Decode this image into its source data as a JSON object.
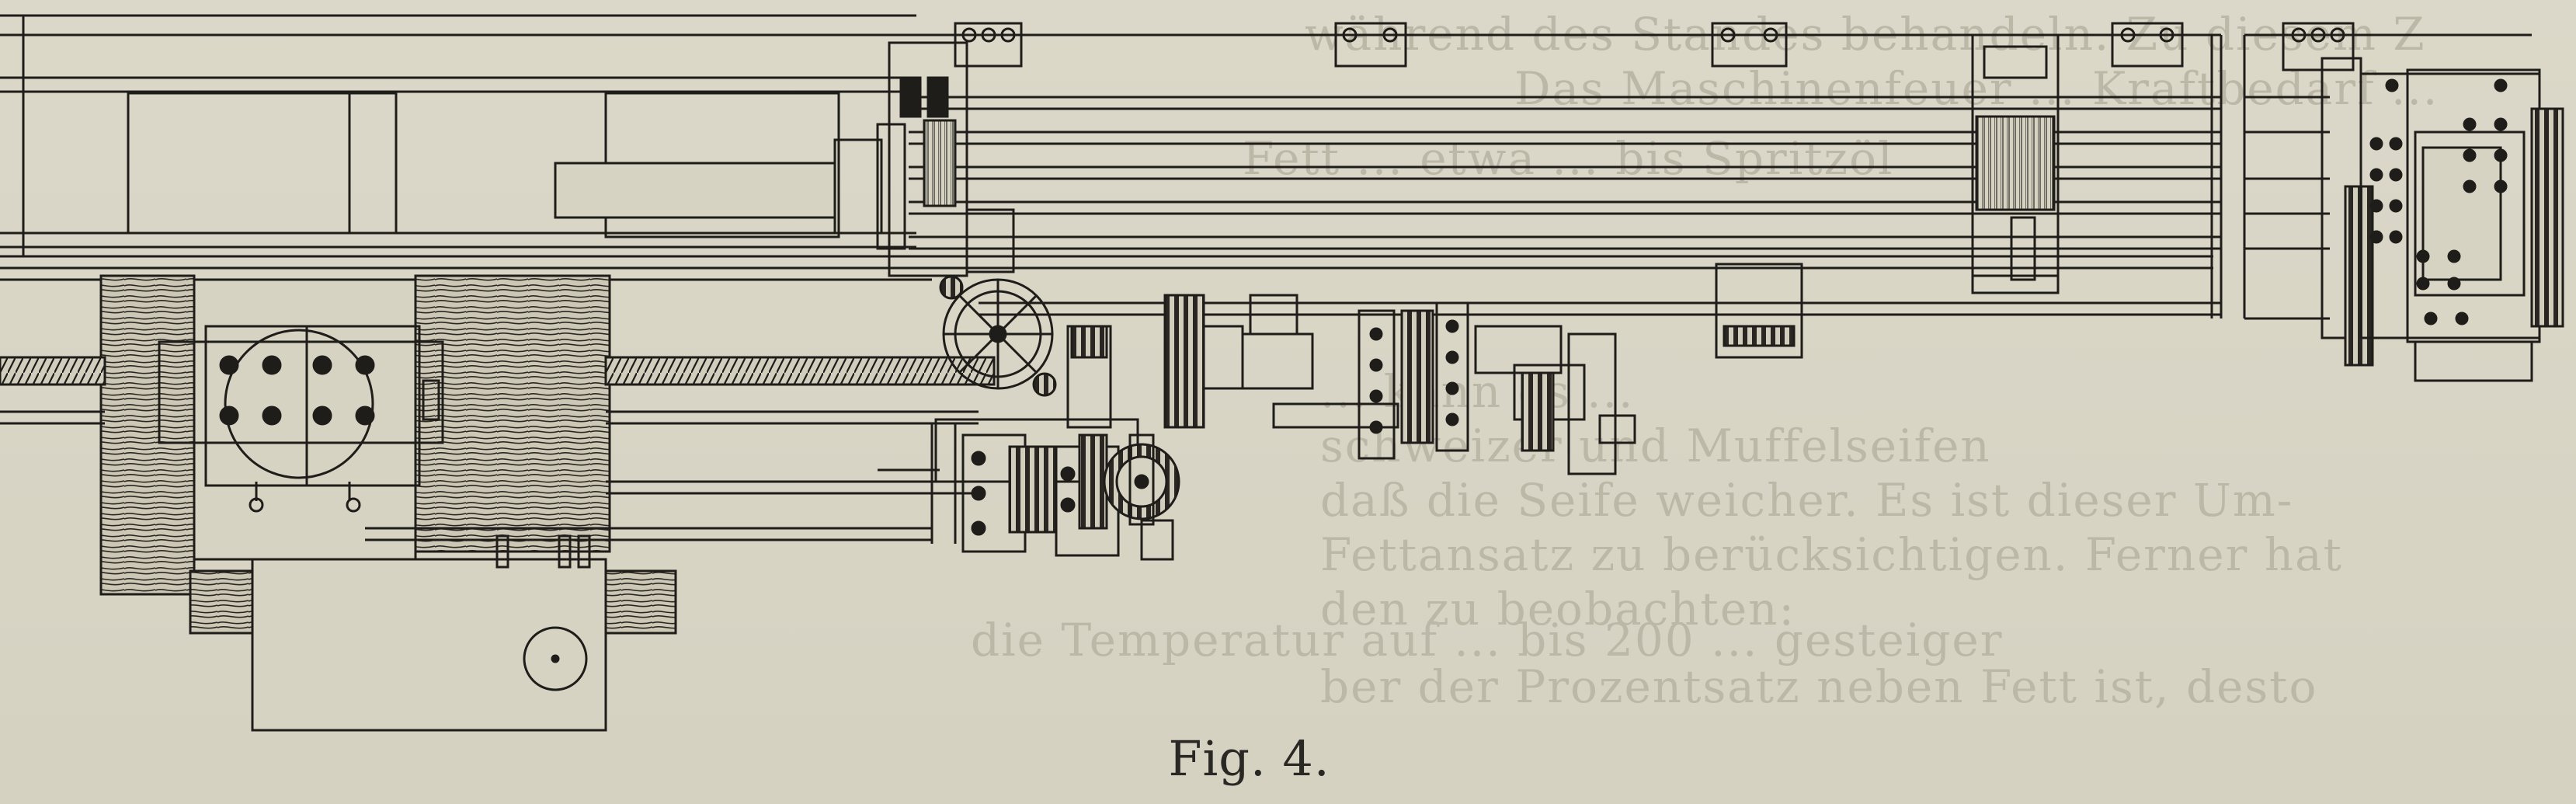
{
  "figure": {
    "caption": "Fig. 4."
  },
  "bleed_through_text": [
    "während des Standes behandeln. Zu diesem Z",
    "Das Maschinenfeuer ... Kraftbedarf ...",
    "Fett ... etwa ... bis Spritzöl",
    "... kann es ...",
    "schweizer und Muffelseifen",
    "daß die Seife weicher. Es ist dieser Um-",
    "Fettansatz zu berücksichtigen. Ferner hat",
    "den zu beobachten:",
    "die Temperatur auf ... bis 200 ... gesteiger",
    "ber der Prozentsatz neben Fett ist, desto"
  ],
  "colors": {
    "paper": "#d9d5c6",
    "ink": "#1f1d1a",
    "bleed": "#bcb8a8"
  }
}
